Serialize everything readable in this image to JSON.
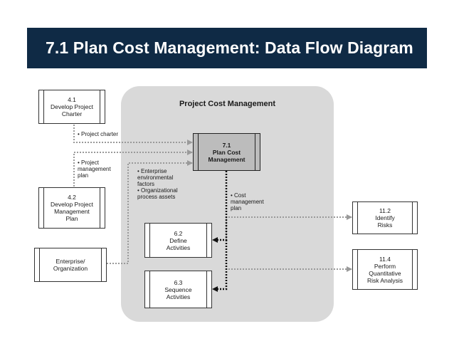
{
  "title": "7.1 Plan Cost Management: Data Flow Diagram",
  "diagram": {
    "panel_title": "Project Cost Management",
    "processes": {
      "p41": {
        "num": "4.1",
        "label": "Develop Project\nCharter"
      },
      "p42": {
        "num": "4.2",
        "label": "Develop Project\nManagement\nPlan"
      },
      "enterprise": {
        "num": "",
        "label": "Enterprise/\nOrganization"
      },
      "p71": {
        "num": "7.1",
        "label": "Plan Cost\nManagement"
      },
      "p62": {
        "num": "6.2",
        "label": "Define\nActivities"
      },
      "p63": {
        "num": "6.3",
        "label": "Sequence\nActivities"
      },
      "p112": {
        "num": "11.2",
        "label": "Identify\nRisks"
      },
      "p114": {
        "num": "11.4",
        "label": "Perform\nQuantitative\nRisk Analysis"
      }
    },
    "flows": {
      "project_charter": "• Project charter",
      "pm_plan": "• Project\n  management\n  plan",
      "eef_opa": "• Enterprise\n  environmental\n  factors\n• Organizational\n  process assets",
      "cost_plan": "• Cost\n  management\n  plan"
    }
  }
}
